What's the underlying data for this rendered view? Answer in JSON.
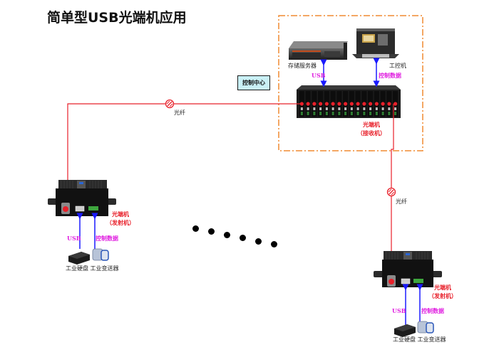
{
  "title": "简单型USB光端机应用",
  "control_center": {
    "label": "控制中心",
    "storage_server_label": "存储服务器",
    "industrial_pc_label": "工控机",
    "usb_link_label": "USB",
    "control_link_label": "控制数据",
    "receiver_label_line1": "光端机",
    "receiver_label_line2": "（接收机）",
    "rack_slot_count": 16
  },
  "fiber_links": [
    {
      "label": "光纤"
    },
    {
      "label": "光纤"
    }
  ],
  "remote_sites": [
    {
      "transmitter_label_line1": "光端机",
      "transmitter_label_line2": "（发射机）",
      "usb_link_label": "USB",
      "control_link_label": "控制数据",
      "device_labels": "工业硬盘 工业变送器"
    },
    {
      "transmitter_label_line1": "光端机",
      "transmitter_label_line2": "（发射机）",
      "usb_link_label": "USB",
      "control_link_label": "控制数据",
      "device_labels": "工业硬盘 工业变送器"
    }
  ],
  "ellipsis_dot_count": 6,
  "colors": {
    "fiber": "#e8202a",
    "signal_arrow": "#1a1aff",
    "dashed_border": "#f08a30",
    "control_box_fill": "#c9f0f5",
    "magenta_label": "#e020e0"
  }
}
